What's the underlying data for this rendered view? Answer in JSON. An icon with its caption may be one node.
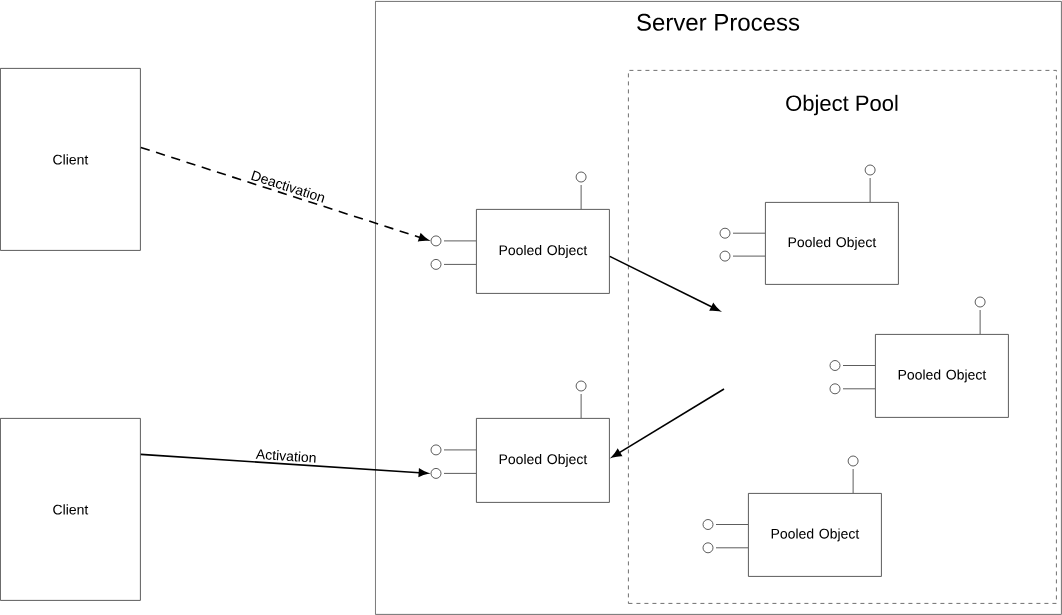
{
  "diagram": {
    "nodes": [
      {
        "text": [
          "Client"
        ]
      },
      {
        "text": [
          "Client"
        ]
      },
      {
        "text": [
          "Server Process"
        ]
      },
      {
        "text": [
          "Object Pool"
        ],
        "in": 2
      },
      {
        "text": [
          "Pooled Object"
        ],
        "in": 2
      },
      {
        "text": [
          "Pooled Object"
        ],
        "in": 2
      },
      {
        "text": [
          "Pooled Object"
        ],
        "in": 3
      },
      {
        "text": [
          "Pooled Object"
        ],
        "in": 3
      },
      {
        "text": [
          "Pooled Object"
        ],
        "in": 3
      }
    ],
    "edges": [
      {
        "from": 0,
        "to": 4,
        "arrow": "to",
        "label": "Deactivation",
        "style": "dashed"
      },
      {
        "from": 1,
        "to": 5,
        "arrow": "to",
        "label": "Activation"
      },
      {
        "from": 4,
        "to": null,
        "arrow": "to"
      },
      {
        "from": null,
        "to": 5,
        "arrow": "to"
      }
    ]
  }
}
